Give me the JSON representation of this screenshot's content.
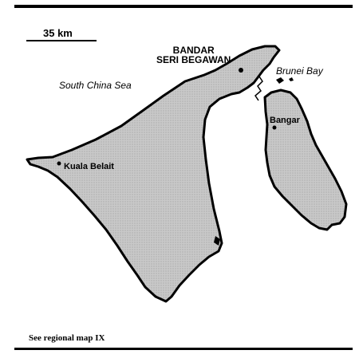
{
  "map": {
    "scale_label": "35 km",
    "capital": {
      "line1": "BANDAR",
      "line2": "SERI BEGAWAN"
    },
    "sea_label": "South China Sea",
    "bay_label": "Brunei Bay",
    "towns": {
      "bangar": "Bangar",
      "kuala_belait": "Kuala Belait"
    },
    "land_color": "#c4c4c4",
    "outline_color": "#000000"
  },
  "footer": {
    "note": "See regional map IX"
  }
}
